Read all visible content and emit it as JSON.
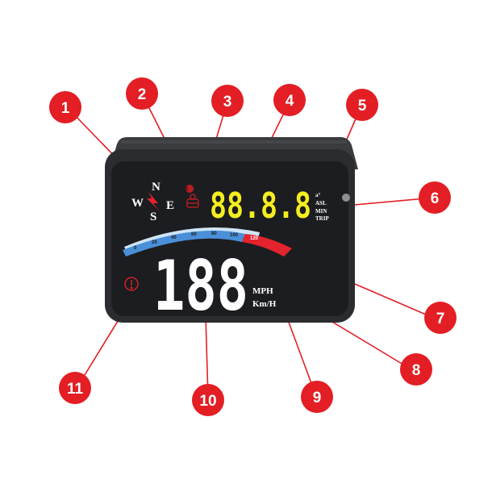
{
  "colors": {
    "callout_red": "#e31e24",
    "callout_text": "#ffffff",
    "device_body": "#2b2c30",
    "device_top": "#3a3b3f",
    "screen": "#1c1d20",
    "yellow_digits": "#f5ee1f",
    "white_digits": "#ffffff",
    "gauge_blue": "#4a90d9",
    "gauge_light": "#cfe4f7",
    "gauge_red": "#e3232d",
    "indicator_red": "#d52028"
  },
  "callouts": [
    {
      "number": "1",
      "target": "compass"
    },
    {
      "number": "2",
      "target": "satellite-icon"
    },
    {
      "number": "3",
      "target": "fatigue-icon"
    },
    {
      "number": "4",
      "target": "multi-display"
    },
    {
      "number": "5",
      "target": "unit-labels"
    },
    {
      "number": "6",
      "target": "light-sensor"
    },
    {
      "number": "7",
      "target": "speed-gauge-red"
    },
    {
      "number": "8",
      "target": "speed-units"
    },
    {
      "number": "9",
      "target": "kmh-label"
    },
    {
      "number": "10",
      "target": "speed-digits"
    },
    {
      "number": "11",
      "target": "warning-icon"
    }
  ],
  "compass": {
    "n": "N",
    "s": "S",
    "w": "W",
    "e": "E"
  },
  "multi_display": {
    "digits": "88.8.8"
  },
  "unit_labels": {
    "degree": "a°",
    "asl": "ASL",
    "min": "MIN",
    "trip": "TRIP"
  },
  "gauge": {
    "ticks": [
      "0",
      "20",
      "40",
      "60",
      "80",
      "100",
      "120"
    ]
  },
  "speed": {
    "digits": "188",
    "mph": "MPH",
    "kmh": "Km/H"
  },
  "icons": {
    "compass": "compass-icon",
    "satellite": "satellite-icon",
    "fatigue": "fatigue-icon",
    "sensor": "light-sensor-icon",
    "warning": "warning-icon"
  }
}
